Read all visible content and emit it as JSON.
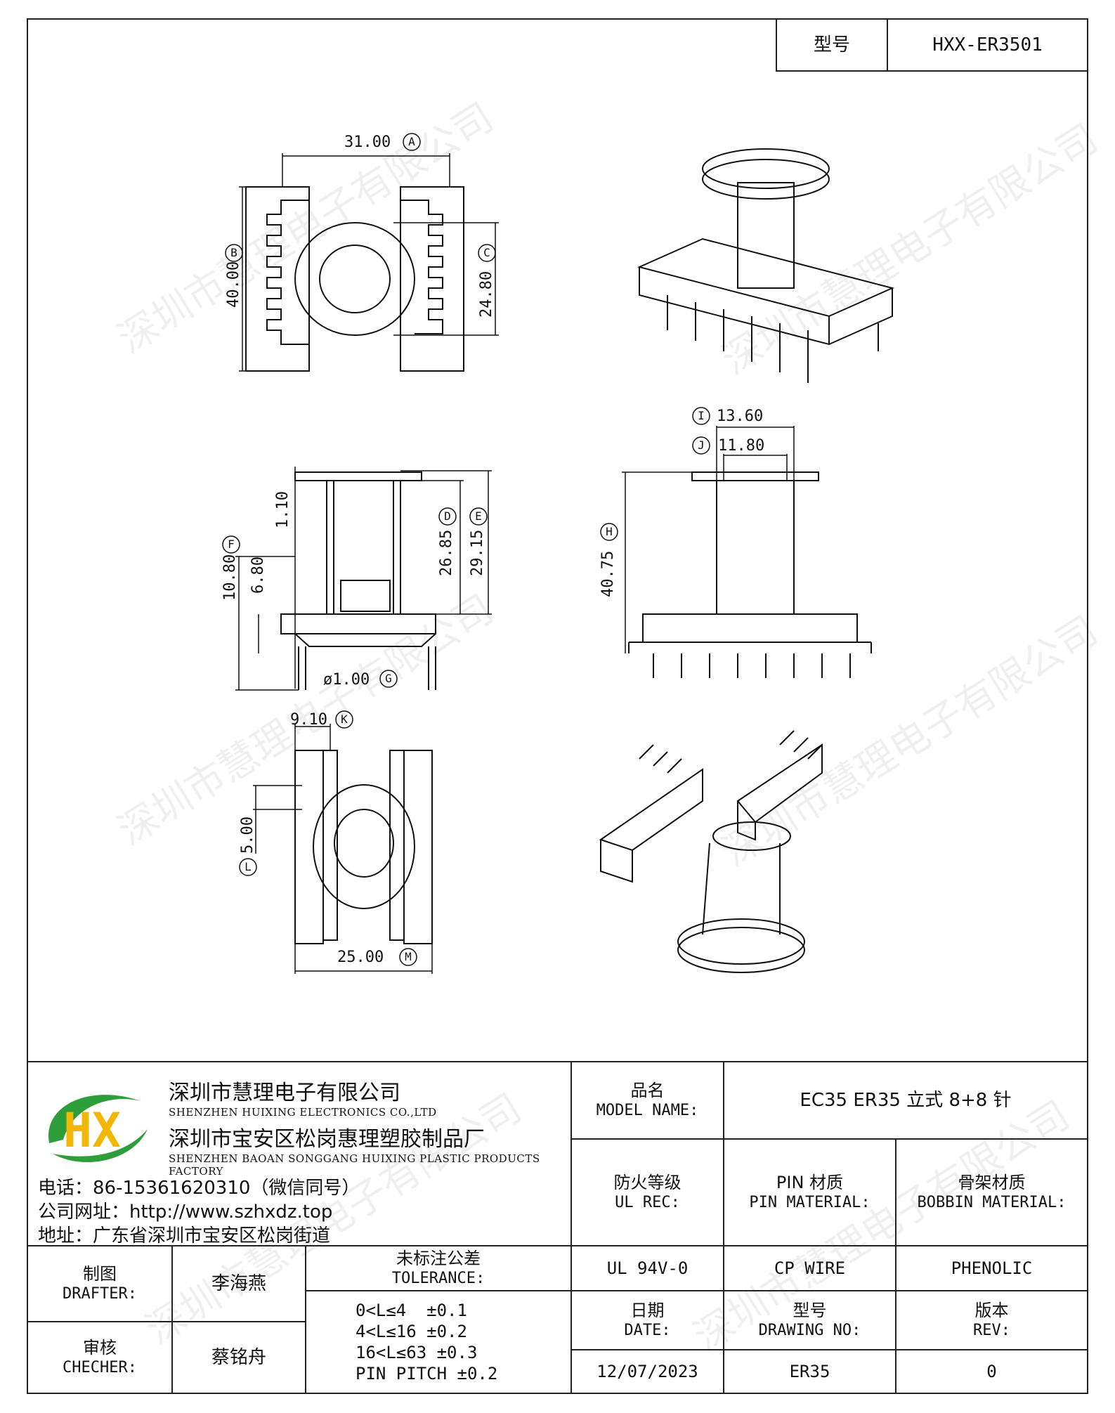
{
  "header": {
    "model_label": "型号",
    "model_value": "HXX-ER3501"
  },
  "watermark": "深圳市慧理电子有限公司",
  "dims": {
    "a": "31.00",
    "b": "40.00",
    "c": "24.80",
    "d": "26.85",
    "e": "29.15",
    "f": "10.80",
    "h1": "1.10",
    "h2": "6.80",
    "g": "ø1.00",
    "i": "13.60",
    "j": "11.80",
    "hh": "40.75",
    "k": "9.10",
    "l": "5.00",
    "m": "25.00"
  },
  "markers": {
    "A": "A",
    "B": "B",
    "C": "C",
    "D": "D",
    "E": "E",
    "F": "F",
    "G": "G",
    "H": "H",
    "I": "I",
    "J": "J",
    "K": "K",
    "L": "L",
    "M": "M"
  },
  "company": {
    "logo_text": "HX",
    "name_cn": "深圳市慧理电子有限公司",
    "name_en": "SHENZHEN HUIXING ELECTRONICS CO.,LTD",
    "factory_cn": "深圳市宝安区松岗惠理塑胶制品厂",
    "factory_en": "SHENZHEN BAOAN SONGGANG HUIXING PLASTIC PRODUCTS FACTORY",
    "phone": "电话：86-15361620310（微信同号）",
    "website": "公司网址：http://www.szhxdz.top",
    "address": "地址：广东省深圳市宝安区松岗街道"
  },
  "table": {
    "model_name_cn": "品名",
    "model_name_en": "MODEL NAME:",
    "model_name_value": "EC35 ER35 立式 8+8 针",
    "ul_cn": "防火等级",
    "ul_en": "UL REC:",
    "pin_cn": "PIN 材质",
    "pin_en": "PIN MATERIAL:",
    "bobbin_cn": "骨架材质",
    "bobbin_en": "BOBBIN MATERIAL:",
    "drafter_cn": "制图",
    "drafter_en": "DRAFTER:",
    "drafter_name": "李海燕",
    "checker_cn": "审核",
    "checker_en": "CHECHER:",
    "checker_name": "蔡铭舟",
    "tolerance_cn": "未标注公差",
    "tolerance_en": "TOLERANCE:",
    "tolerance_lines": [
      "0<L≤4  ±0.1",
      "4<L≤16 ±0.2",
      "16<L≤63 ±0.3",
      "PIN PITCH ±0.2"
    ],
    "ul_value": "UL 94V-0",
    "pin_value": "CP WIRE",
    "bobbin_value": "PHENOLIC",
    "date_cn": "日期",
    "date_en": "DATE:",
    "drawing_cn": "型号",
    "drawing_en": "DRAWING NO:",
    "rev_cn": "版本",
    "rev_en": "REV:",
    "date_value": "12/07/2023",
    "drawing_value": "ER35",
    "rev_value": "0"
  }
}
